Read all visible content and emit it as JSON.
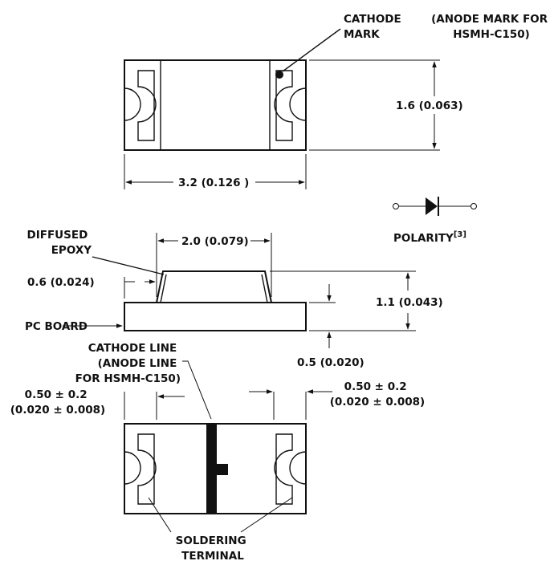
{
  "labels": {
    "cathode_mark": [
      "CATHODE",
      "MARK"
    ],
    "anode_mark": [
      "(ANODE MARK FOR",
      "HSMH-C150)"
    ],
    "dim_height": "1.6 (0.063)",
    "dim_length": "3.2 (0.126 )",
    "diffused_epoxy": [
      "DIFFUSED",
      "EPOXY"
    ],
    "dim_epoxy_width": "2.0 (0.079)",
    "dim_epoxy_offset": "0.6 (0.024)",
    "polarity": "POLARITY",
    "polarity_ref": "[3]",
    "dim_total_height": "1.1 (0.043)",
    "pc_board": "PC BOARD",
    "dim_board_thickness": "0.5 (0.020)",
    "cathode_line": [
      "CATHODE LINE",
      "(ANODE LINE",
      "FOR HSMH-C150)"
    ],
    "dim_terminal_left": [
      "0.50 ± 0.2",
      "(0.020 ± 0.008)"
    ],
    "dim_terminal_right": [
      "0.50 ± 0.2",
      "(0.020 ± 0.008)"
    ],
    "soldering_terminal": [
      "SOLDERING",
      "TERMINAL"
    ]
  },
  "colors": {
    "ink": "#111111",
    "background": "#ffffff"
  }
}
